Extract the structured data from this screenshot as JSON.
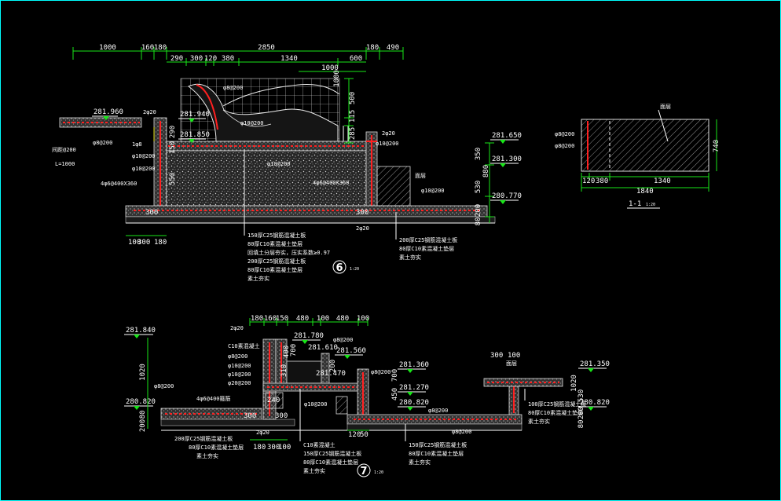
{
  "colors": {
    "background": "#000000",
    "dimension": "#19e619",
    "outline": "#ffffff",
    "rebar": "#ff2020",
    "frame": "#00ffff"
  },
  "sec6": {
    "dim_top1": [
      "1000",
      "160",
      "180",
      "2850",
      "180",
      "490"
    ],
    "dim_top2": [
      "290",
      "300",
      "120",
      "380",
      "1340",
      "600"
    ],
    "dim_top3": "1000",
    "dim_right_vert": [
      "1000",
      "500",
      "115",
      "285",
      "350",
      "880",
      "530",
      "200",
      "80"
    ],
    "dim_left_vert": [
      "290",
      "150",
      "550"
    ],
    "elev": [
      "281.960",
      "281.940",
      "281.850",
      "281.650",
      "281.300",
      "280.770"
    ],
    "labels": {
      "l1": "2φ20",
      "l2": "φ8@200",
      "l3": "φ10@200",
      "l4": "φ10@200",
      "l5": "4φ6@400X360",
      "l6": "φ8@200",
      "l7": "φ10@200",
      "l8": "4φ6@400X360",
      "l9": "φ10@200",
      "l10": "φ10@200",
      "l11": "2φ20",
      "l12": "2φ20",
      "l13": "1φ8",
      "l14": "间距@200",
      "l15": "L=1000",
      "l16": "面层"
    },
    "slab_marks": [
      "300",
      "300"
    ],
    "bottom_dims": [
      "100",
      "300",
      "180"
    ],
    "notes_left": [
      "150厚C25钢筋混凝土板",
      "80厚C10素混凝土垫层",
      "回填土分层夯实，压实系数≥0.97",
      "200厚C25钢筋混凝土板",
      "80厚C10素混凝土垫层",
      "素土夯实"
    ],
    "notes_right": [
      "200厚C25钢筋混凝土板",
      "80厚C10素混凝土垫层",
      "素土夯实"
    ],
    "callout_num": "6",
    "callout_scale": "1:20"
  },
  "sec11": {
    "dims_bottom": [
      "120",
      "380",
      "1340",
      "1840"
    ],
    "dim_right": "740",
    "labels": [
      "φ8@200",
      "φ8@200",
      "面层"
    ],
    "title": "1-1",
    "scale": "1:20"
  },
  "sec7": {
    "dim_top": [
      "180",
      "160",
      "150",
      "480",
      "100",
      "480",
      "100"
    ],
    "elev": [
      "281.840",
      "281.780",
      "281.610",
      "281.560",
      "281.470",
      "281.360",
      "281.270",
      "281.350",
      "280.820",
      "280.820",
      "280.820"
    ],
    "vert": [
      "1020",
      "400",
      "700",
      "310",
      "200",
      "700",
      "450",
      "1020",
      "80",
      "200",
      "530",
      "200",
      "80"
    ],
    "labels": {
      "a": "2φ20",
      "b": "C10素混凝土",
      "c": "φ8@200",
      "d": "φ10@200",
      "e": "φ10@200",
      "f": "φ20@200",
      "g": "4φ6@400箍筋",
      "h": "φ8@200",
      "i": "φ10@200",
      "j": "φ8@200",
      "k": "2φ20",
      "l": "面层",
      "m": "300",
      "n": "300",
      "o": "240",
      "p": "φ8@200",
      "q": "φ8@200",
      "r": "φ8@200",
      "s": "300",
      "t": "100"
    },
    "bottom_dims": [
      "180",
      "300",
      "100",
      "120",
      "50"
    ],
    "notes1": [
      "200厚C25钢筋混凝土板",
      "80厚C10素混凝土垫层",
      "素土夯实"
    ],
    "notes2": [
      "C10素混凝土",
      "150厚C25钢筋混凝土板",
      "80厚C10素混凝土垫层",
      "素土夯实"
    ],
    "notes3": [
      "150厚C25钢筋混凝土板",
      "80厚C10素混凝土垫层",
      "素土夯实"
    ],
    "notes4": [
      "100厚C25钢筋混凝土板",
      "80厚C10素混凝土垫层",
      "素土夯实"
    ],
    "callout_num": "7",
    "callout_scale": "1:20"
  }
}
